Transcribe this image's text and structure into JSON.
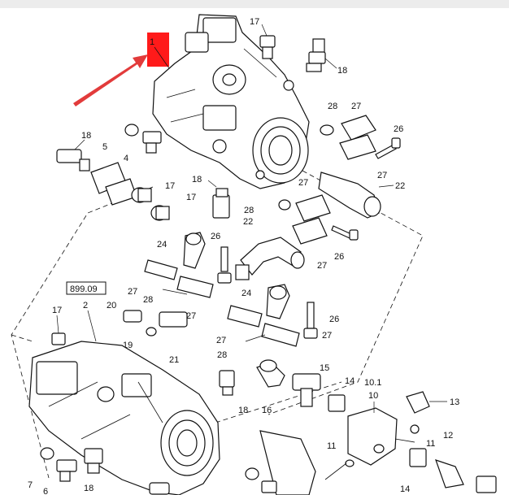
{
  "callouts": {
    "p1": "1",
    "p2": "2",
    "p4": "4",
    "p5": "5",
    "p6": "6",
    "p7": "7",
    "p10": "10",
    "p10_1": "10.1",
    "p11a": "11",
    "p11b": "11",
    "p12": "12",
    "p13": "13",
    "p14a": "14",
    "p14b": "14",
    "p15": "15",
    "p16": "16",
    "p17a": "17",
    "p17b": "17",
    "p17c": "17",
    "p17d": "17",
    "p18a": "18",
    "p18b": "18",
    "p18c": "18",
    "p18d": "18",
    "p18e": "18",
    "p19": "19",
    "p20": "20",
    "p21": "21",
    "p22a": "22",
    "p22b": "22",
    "p24a": "24",
    "p24b": "24",
    "p26a": "26",
    "p26b": "26",
    "p26c": "26",
    "p26d": "26",
    "p27a": "27",
    "p27b": "27",
    "p27c": "27",
    "p27d": "27",
    "p27e": "27",
    "p27f": "27",
    "p27g": "27",
    "p28a": "28",
    "p28b": "28",
    "p28c": "28",
    "p28d": "28"
  },
  "ref_box": "899.09",
  "highlight_color": "#ff1a1a",
  "arrow_color": "#e23b3b"
}
